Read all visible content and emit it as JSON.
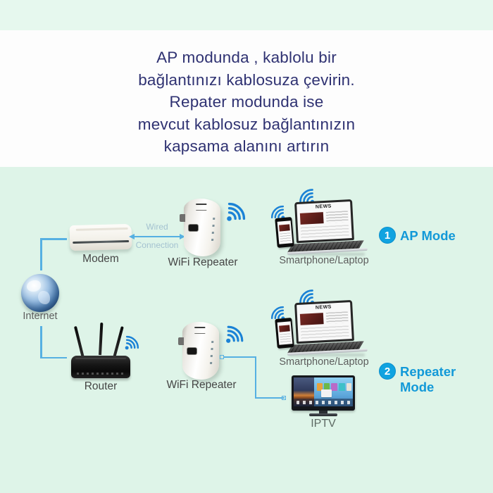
{
  "header": {
    "lines": [
      "AP modunda , kablolu bir",
      "bağlantınızı kablosuza çevirin.",
      "Repater modunda ise",
      "mevcut kablosuz bağlantınızın",
      "kapsama alanını artırın"
    ]
  },
  "internet": {
    "label": "Internet"
  },
  "ap_row": {
    "modem_label": "Modem",
    "wired_line1": "Wired",
    "wired_line2": "Connection",
    "repeater_label": "WiFi Repeater",
    "client_label": "Smartphone/Laptop",
    "screen_title": "NEWS",
    "badge": "1",
    "mode_label": "AP Mode"
  },
  "repeater_row": {
    "router_label": "Router",
    "repeater_label": "WiFi Repeater",
    "client_label": "Smartphone/Laptop",
    "screen_title": "NEWS",
    "badge": "2",
    "mode_label": "Repeater Mode",
    "iptv_label": "IPTV"
  },
  "colors": {
    "heading_text": "#2f3272",
    "mint_background": "#def4e8",
    "white_band": "#fdfdfd",
    "wifi_icon_blue": "#1b82d6",
    "connector_blue": "#56b0e2",
    "mode_accent_blue": "#1299d8",
    "label_gray": "#454545"
  }
}
